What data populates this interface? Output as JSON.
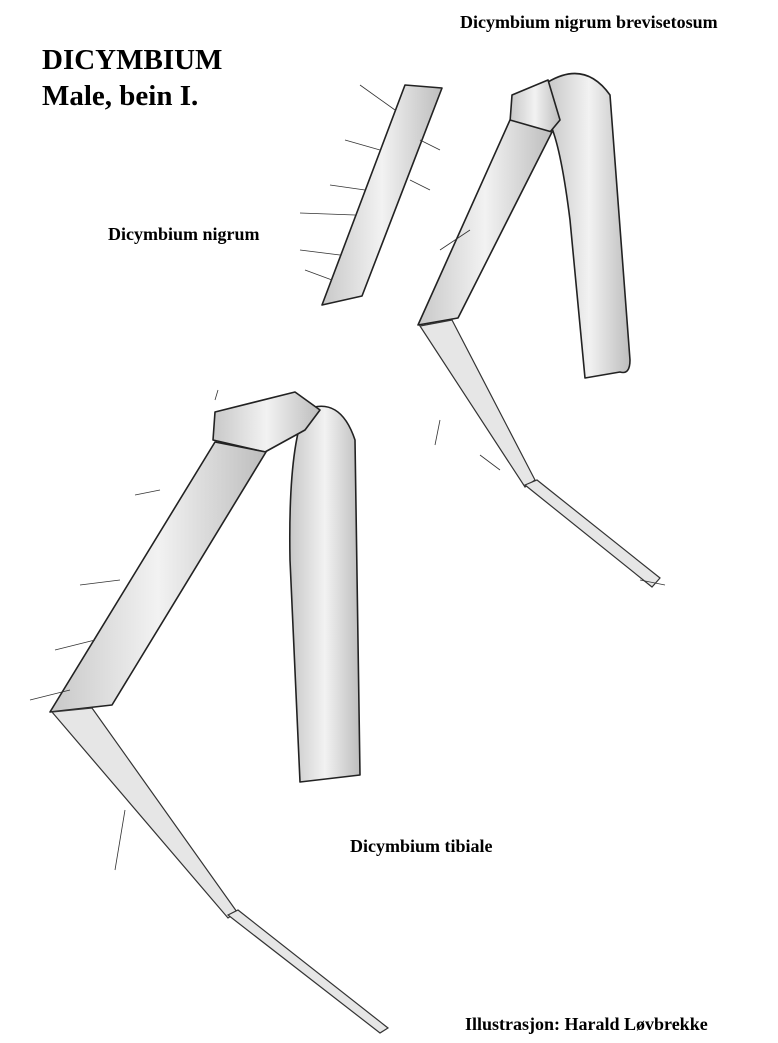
{
  "title": "DICYMBIUM",
  "subtitle": "Male, bein I.",
  "labels": {
    "brevisetosum": "Dicymbium nigrum brevisetosum",
    "nigrum": "Dicymbium nigrum",
    "tibiale": "Dicymbium tibiale"
  },
  "credit": "Illustrasjon: Harald Løvbrekke"
}
